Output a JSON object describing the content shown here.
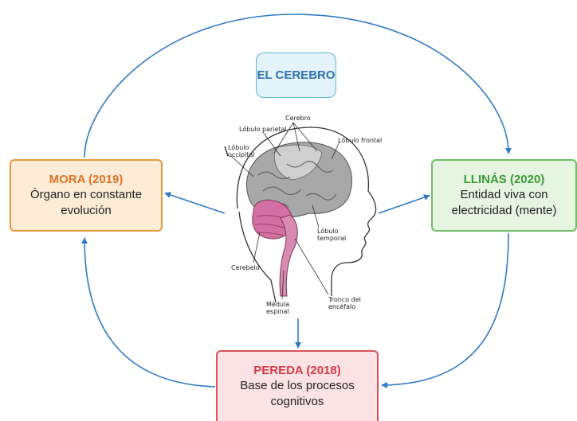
{
  "title": "EL CEREBRO",
  "colors": {
    "arrow": "#2f7bc4",
    "mora": "#e39a3b",
    "llinas": "#6dbd62",
    "pereda": "#d9535e",
    "title": "#5bb6d6"
  },
  "nodes": {
    "mora": {
      "title": "MORA (2019)",
      "text": "Órgano en constante evolución"
    },
    "llinas": {
      "title": "LLINÁS (2020)",
      "text": "Entidad viva con electricidad (mente)"
    },
    "pereda": {
      "title": "PEREDA (2018)",
      "text": "Base de los procesos cognitivos"
    }
  },
  "brain_labels": {
    "cerebro": "Cerebro",
    "parietal": "Lóbulo parietal",
    "frontal": "Lóbulo frontal",
    "occipital": "Lóbulo\noccipital",
    "temporal": "Lóbulo\ntemporal",
    "cerebelo": "Cerebelo",
    "medula": "Médula\nespinal",
    "tronco": "Tronco del\nencéfalo"
  }
}
